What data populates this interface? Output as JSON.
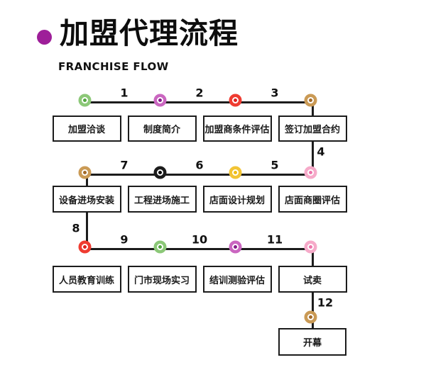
{
  "header": {
    "title": "加盟代理流程",
    "subtitle": "FRANCHISE FLOW"
  },
  "colors": {
    "bullet": "#9e1e99",
    "line": "#1c1c1c",
    "box_border": "#1c1c1c",
    "text": "#1c1c1c"
  },
  "dot_colors": {
    "green": {
      "ring": "#8cc878",
      "center": "#53a73f"
    },
    "purple": {
      "ring": "#ca66c0",
      "center": "#861b8a"
    },
    "red": {
      "ring": "#ef3c31",
      "center": "#e0201e"
    },
    "brown": {
      "ring": "#ca9a55",
      "center": "#a36a28"
    },
    "black": {
      "ring": "#1c1c1c",
      "center": "#000000"
    },
    "yellow": {
      "ring": "#f2c435",
      "center": "#eebd12"
    },
    "pink": {
      "ring": "#f6aac9",
      "center": "#ee74ab"
    }
  },
  "flow": {
    "rows": [
      {
        "segments": [
          "1",
          "2",
          "3"
        ],
        "items": [
          {
            "box": "加盟洽谈",
            "dot": "green"
          },
          {
            "box": "制度简介",
            "dot": "purple"
          },
          {
            "box": "加盟商条件评估",
            "dot": "red"
          },
          {
            "box": "签订加盟合约",
            "dot": "brown"
          }
        ]
      },
      {
        "segments": [
          "7",
          "6",
          "5"
        ],
        "items": [
          {
            "box": "设备进场安装",
            "dot": "brown"
          },
          {
            "box": "工程进场施工",
            "dot": "black"
          },
          {
            "box": "店面设计规划",
            "dot": "yellow"
          },
          {
            "box": "店面商圈评估",
            "dot": "pink"
          }
        ]
      },
      {
        "segments": [
          "9",
          "10",
          "11"
        ],
        "items": [
          {
            "box": "人员教育训练",
            "dot": "red"
          },
          {
            "box": "门市现场实习",
            "dot": "green"
          },
          {
            "box": "结训测验评估",
            "dot": "purple"
          },
          {
            "box": "试卖",
            "dot": "pink"
          }
        ]
      }
    ],
    "connectors": [
      {
        "number": "4",
        "side": "right"
      },
      {
        "number": "8",
        "side": "left"
      },
      {
        "number": "12",
        "side": "right"
      }
    ],
    "final": {
      "box": "开幕",
      "dot": "brown"
    }
  }
}
